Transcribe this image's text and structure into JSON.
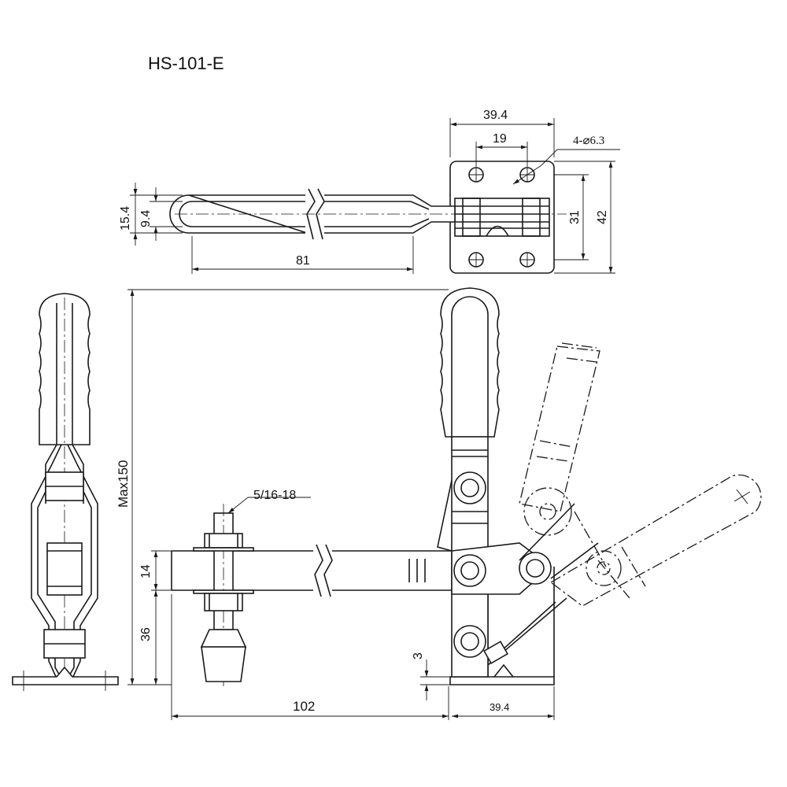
{
  "title": "HS-101-E",
  "dimensions": {
    "top_width": "39.4",
    "hole_spacing": "19",
    "hole_spec": "4-⌀6.3",
    "height_31": "31",
    "height_42": "42",
    "handle_outer": "15.4",
    "handle_inner": "9.4",
    "handle_length": "81",
    "max_height": "Max150",
    "thread": "5/16-18",
    "arm_thickness": "14",
    "spindle_height": "36",
    "base_gap": "3",
    "reach": "102",
    "base_width": "39.4"
  },
  "colors": {
    "line": "#1a1a1a",
    "background": "#ffffff"
  }
}
